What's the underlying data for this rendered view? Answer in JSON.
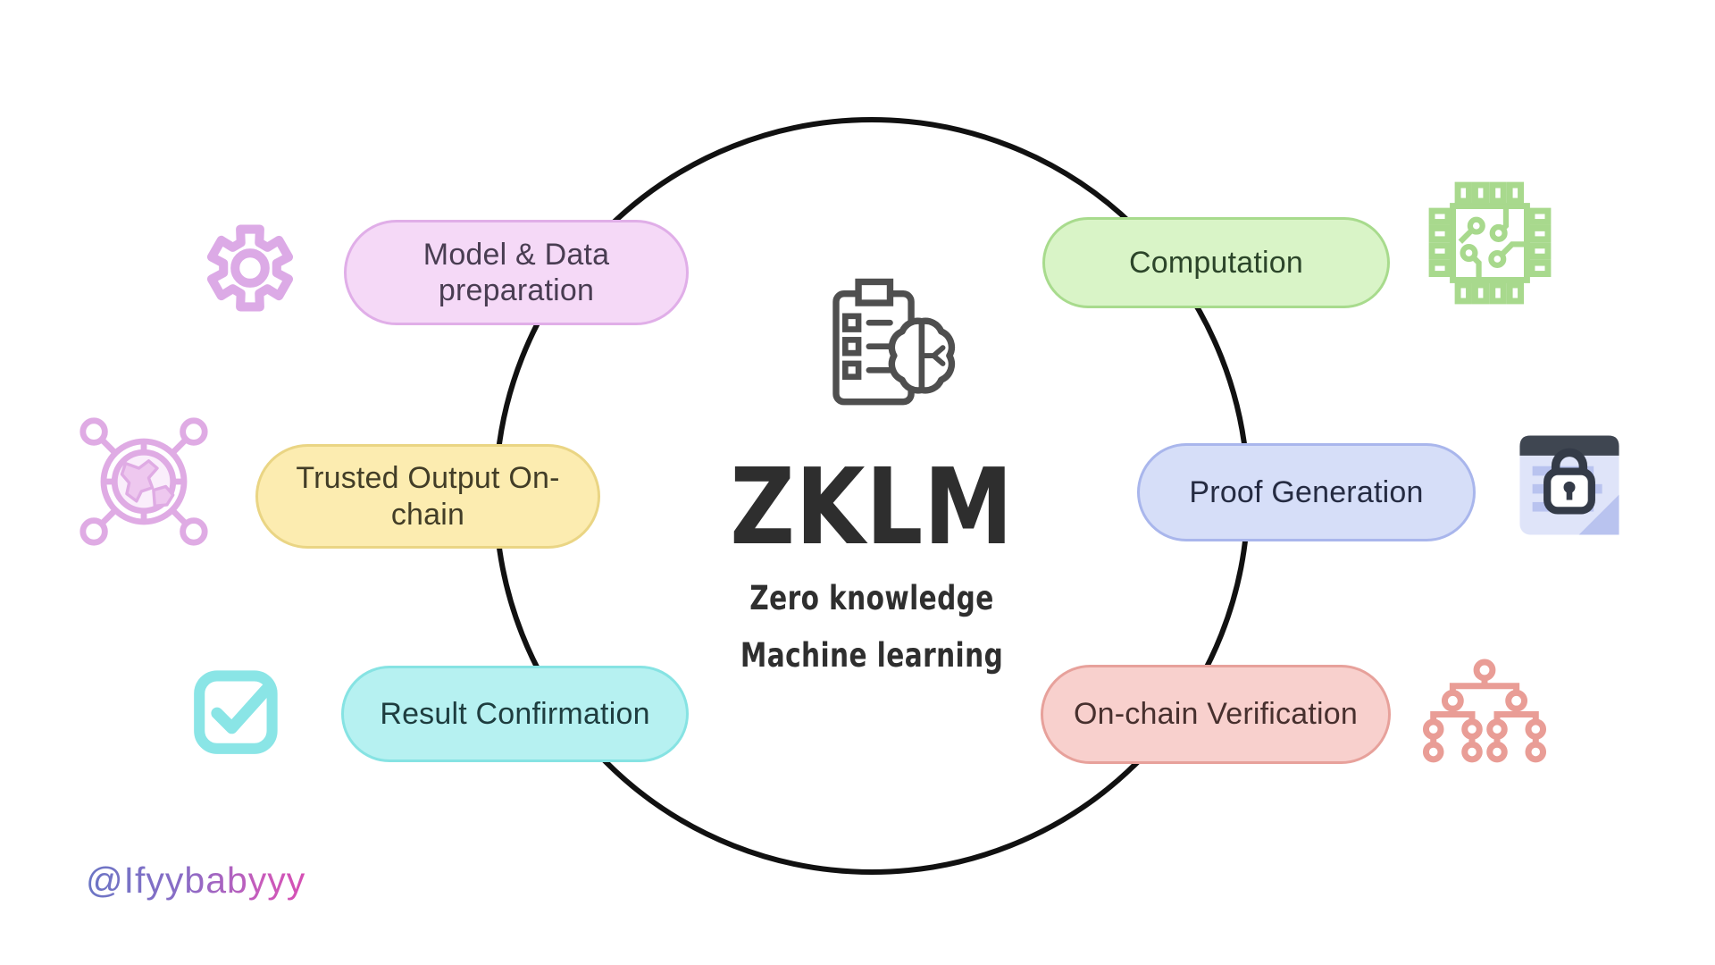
{
  "center": {
    "title": "ZKLM",
    "subtitle_line1": "Zero knowledge",
    "subtitle_line2": "Machine learning",
    "icon": "clipboard-brain-icon"
  },
  "steps": {
    "model_data": {
      "label": "Model & Data preparation",
      "icon": "gear-icon",
      "fill": "#f5d9f7",
      "border": "#e0aee8",
      "text_color": "#493d52"
    },
    "trusted_output": {
      "label": "Trusted Output On-chain",
      "icon": "globe-network-icon",
      "fill": "#fcecb0",
      "border": "#ead584",
      "text_color": "#423d27"
    },
    "result_confirmation": {
      "label": "Result Confirmation",
      "icon": "checkbox-icon",
      "fill": "#b6f1f1",
      "border": "#86e3e3",
      "text_color": "#1e3d3f"
    },
    "computation": {
      "label": "Computation",
      "icon": "chip-icon",
      "fill": "#d9f4c7",
      "border": "#a8db8d",
      "text_color": "#2c452a"
    },
    "proof_generation": {
      "label": "Proof Generation",
      "icon": "locked-notes-icon",
      "fill": "#d6def8",
      "border": "#a9b6ec",
      "text_color": "#252b42"
    },
    "onchain_verification": {
      "label": "On-chain Verification",
      "icon": "hierarchy-icon",
      "fill": "#f8d0cd",
      "border": "#e7a19b",
      "text_color": "#47302e"
    }
  },
  "palette": {
    "circle_stroke": "#111111",
    "title_color": "#2e2e2e",
    "gear_icon": "#dcaae6",
    "globe_icon": "#dfabe4",
    "checkbox_icon": "#8ae5e6",
    "chip_icon": "#a8d98d",
    "hierarchy_icon": "#e99d96",
    "locknote_header": "#3f4651",
    "locknote_body": "#dfe4f9",
    "locknote_lines": "#b9c3ef",
    "center_icon_stroke": "#4f4f4f",
    "watermark_gradient_start": "#6b76c5",
    "watermark_gradient_end": "#d64fb4"
  },
  "watermark": {
    "handle": "@Ifyybabyyy"
  }
}
